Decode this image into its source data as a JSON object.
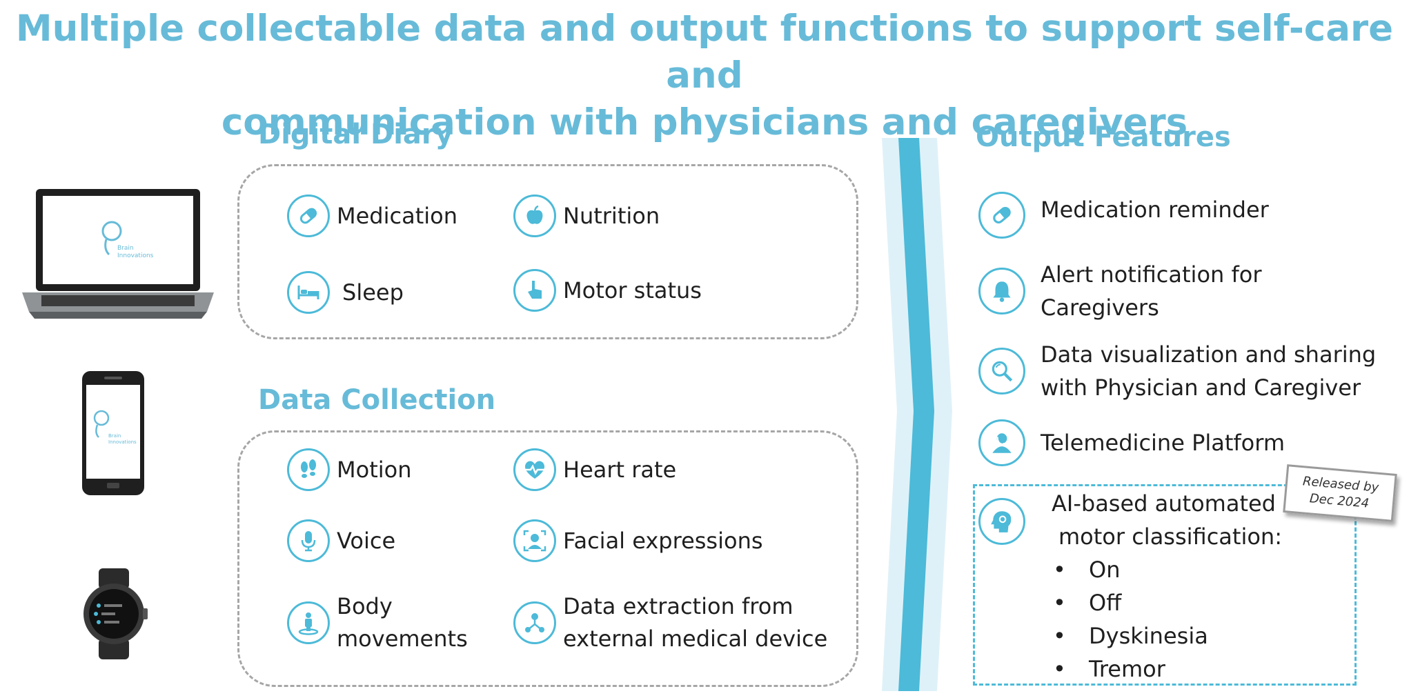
{
  "title": {
    "line1": "Multiple collectable data and output functions to support self-care and",
    "line2": "communication with physicians and caregivers"
  },
  "digital_diary": {
    "title": "Digital Diary",
    "items": [
      {
        "label": "Medication",
        "icon": "pill-icon"
      },
      {
        "label": "Nutrition",
        "icon": "apple-icon"
      },
      {
        "label": "Sleep",
        "icon": "bed-icon"
      },
      {
        "label": "Motor status",
        "icon": "pointing-hand-icon"
      }
    ]
  },
  "data_collection": {
    "title": "Data Collection",
    "items": [
      {
        "label": "Motion",
        "icon": "footprints-icon"
      },
      {
        "label": "Heart rate",
        "icon": "heart-pulse-icon"
      },
      {
        "label": "Voice",
        "icon": "microphone-icon"
      },
      {
        "label": "Facial expressions",
        "icon": "face-scan-icon"
      },
      {
        "label_line1": "Body",
        "label_line2": "movements",
        "icon": "person-icon"
      },
      {
        "label_line1": "Data extraction from",
        "label_line2": "external medical device",
        "icon": "nodes-icon"
      }
    ]
  },
  "devices": {
    "laptop_logo_line1": "Brain",
    "laptop_logo_line2": "Innovations",
    "phone_logo_line1": "Brain",
    "phone_logo_line2": "Innovations"
  },
  "output_features": {
    "title": "Output Features",
    "items": [
      {
        "label": "Medication reminder",
        "icon": "pill-icon"
      },
      {
        "label_line1": "Alert notification for",
        "label_line2": "Caregivers",
        "icon": "bell-icon"
      },
      {
        "label_line1": "Data visualization and sharing",
        "label_line2": "with Physician and Caregiver",
        "icon": "magnifier-icon"
      },
      {
        "label": "Telemedicine Platform",
        "icon": "doctor-icon"
      }
    ],
    "ai": {
      "label_line1": "AI-based automated",
      "label_line2": "motor classification:",
      "icon": "ai-head-icon",
      "bullets": [
        "On",
        "Off",
        "Dyskinesia",
        "Tremor"
      ],
      "bullet_symbol": "•"
    },
    "stamp": {
      "line1": "Released by",
      "line2": "Dec 2024"
    }
  },
  "colors": {
    "accent": "#67bbd8",
    "icon_stroke": "#4cbad8",
    "arrow_dark": "#4cbad8",
    "arrow_light": "#dff1f8",
    "dash": "#a6a6a6"
  }
}
